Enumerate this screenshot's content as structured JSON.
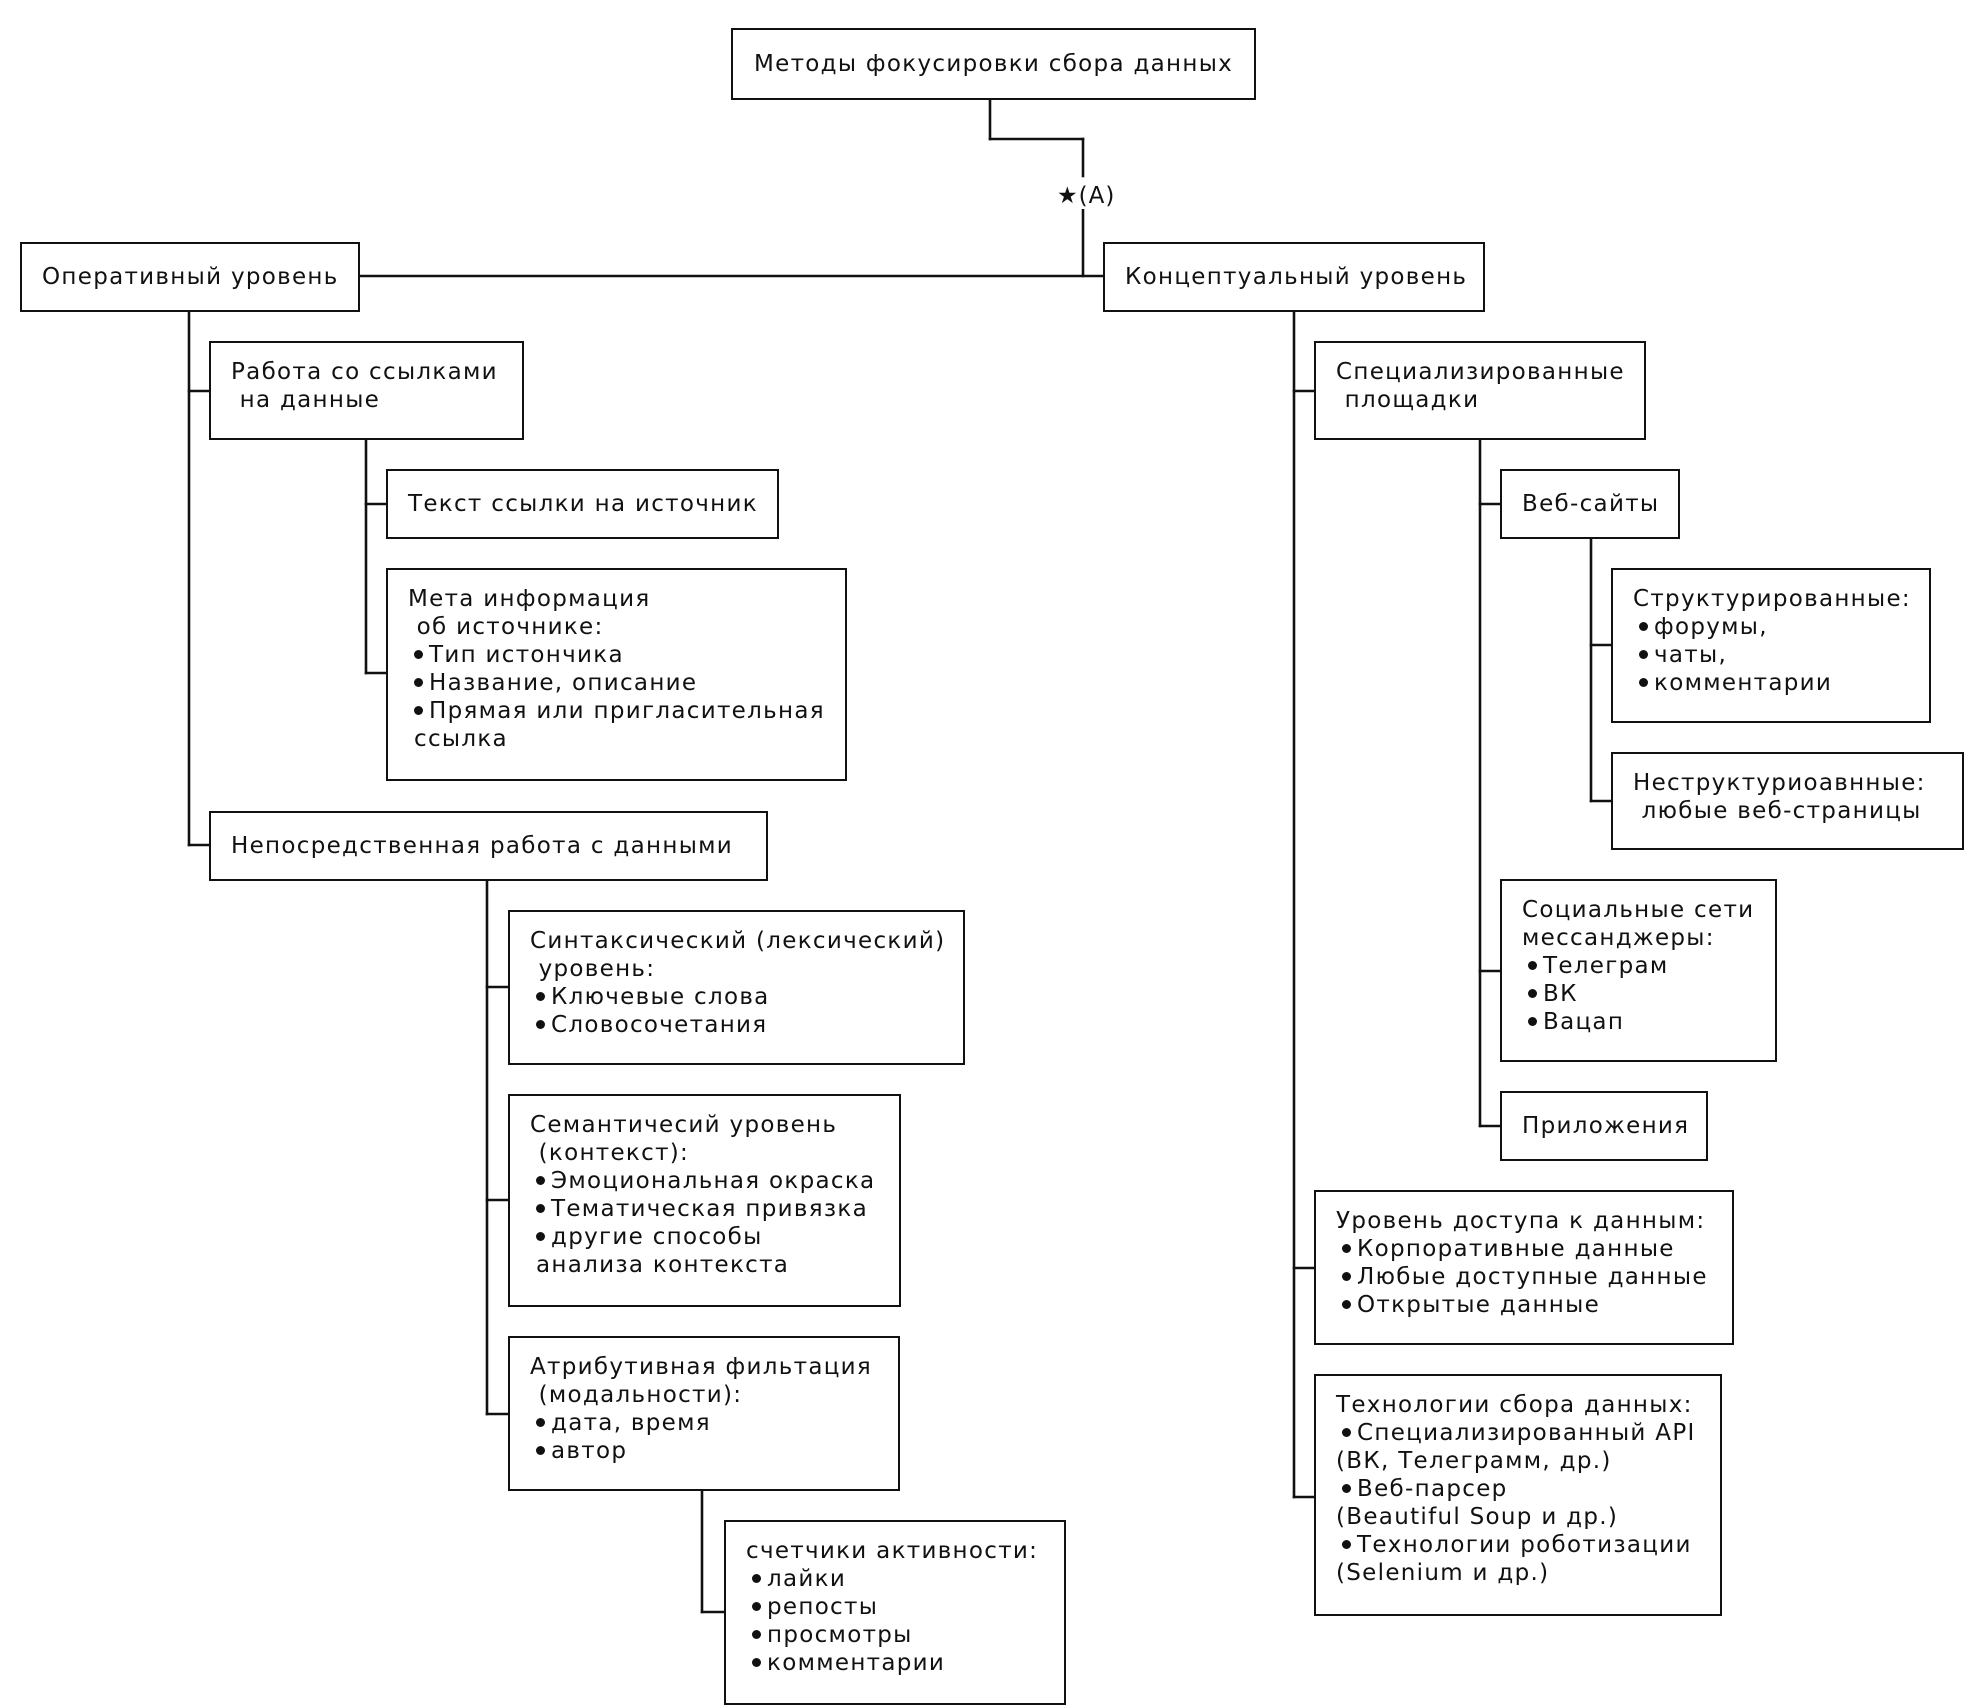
{
  "diagram": {
    "root": {
      "title": "Методы фокусировки сбора данных"
    },
    "marker": "★(A)",
    "operational": {
      "title": "Оперативный уровень",
      "links_work": {
        "title": "Работа со ссылками\n на данные",
        "link_text": {
          "title": "Текст ссылки на источник"
        },
        "meta": {
          "title": "Мета информация\n об источнике:",
          "items": [
            "Тип истончика",
            "Название, описание",
            "Прямая или пригласительная"
          ],
          "continuation": "ссылка"
        }
      },
      "direct_work": {
        "title": "Непосредственная работа с данными",
        "syntactic": {
          "title": "Синтаксический (лексический)\n уровень:",
          "items": [
            "Ключевые слова",
            "Словосочетания"
          ]
        },
        "semantic": {
          "title": "Семантичесий уровень\n (контекст):",
          "items": [
            "Эмоциональная окраска",
            "Тематическая привязка",
            "другие способы"
          ],
          "continuation": "анализа контекста"
        },
        "attributive": {
          "title": "Атрибутивная фильтация\n (модальности):",
          "items": [
            "дата, время",
            "автор"
          ],
          "activity": {
            "title": "счетчики активности:",
            "items": [
              "лайки",
              "репосты",
              "просмотры",
              "комментарии"
            ]
          }
        }
      }
    },
    "conceptual": {
      "title": "Концептуальный уровень",
      "platforms": {
        "title": "Специализированные\n площадки",
        "websites": {
          "title": "Веб-сайты",
          "structured": {
            "title": "Структурированные:",
            "items": [
              "форумы,",
              "чаты,",
              "комментарии"
            ]
          },
          "unstructured": {
            "title": "Неструктуриоавнные:\n любые веб-страницы"
          }
        },
        "social": {
          "title": "Социальные сети\nмессанджеры:",
          "items": [
            "Телеграм",
            "ВК",
            "Вацап"
          ]
        },
        "apps": {
          "title": "Приложения"
        }
      },
      "access": {
        "title": "Уровень доступа к данным:",
        "items": [
          "Корпоративные данные",
          "Любые доступные данные",
          "Открытые данные"
        ]
      },
      "tech": {
        "title": "Технологии сбора данных:",
        "items": [
          "Специализированный API",
          "(ВК, Телеграмм, др.)",
          "Веб-парсер",
          "(Beautiful Soup и др.)",
          "Технологии роботизации",
          "(Selenium и др.)"
        ],
        "continued": [
          false,
          true,
          false,
          true,
          false,
          true
        ]
      }
    }
  }
}
